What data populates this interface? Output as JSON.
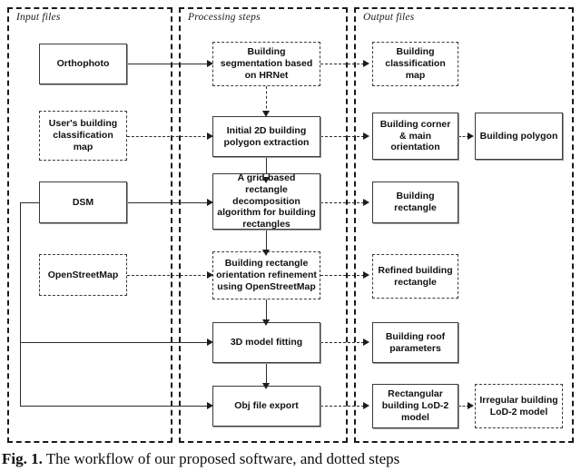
{
  "figure": {
    "caption_label": "Fig. 1.",
    "caption_text": " The workflow of our proposed software, and dotted steps"
  },
  "panels": [
    {
      "id": "input",
      "title": "Input files"
    },
    {
      "id": "processing",
      "title": "Processing steps"
    },
    {
      "id": "output",
      "title": "Output files"
    }
  ],
  "nodes": {
    "orthophoto": "Orthophoto",
    "user_classification_map": "User's building classification map",
    "dsm": "DSM",
    "openstreetmap": "OpenStreetMap",
    "building_segmentation": "Building segmentation based on HRNet",
    "initial_polygon_extraction": "Initial 2D building polygon extraction",
    "grid_decomposition": "A grid-based rectangle decomposition algorithm for building rectangles",
    "orientation_refinement": "Building rectangle orientation refinement using OpenStreetMap",
    "model_fitting": "3D model fitting",
    "obj_export": "Obj file export",
    "building_classification_map": "Building classification map",
    "building_corner_orientation": "Building corner & main orientation",
    "building_polygon": "Building polygon",
    "building_rectangle": "Building rectangle",
    "refined_building_rectangle": "Refined building rectangle",
    "building_roof_parameters": "Building roof parameters",
    "rect_lod2_model": "Rectangular building LoD-2 model",
    "irregular_lod2_model": "Irregular building LoD-2 model"
  },
  "colors": {
    "line": "#2b2b2b",
    "box_border": "#3a3a3a",
    "background": "#ffffff"
  }
}
